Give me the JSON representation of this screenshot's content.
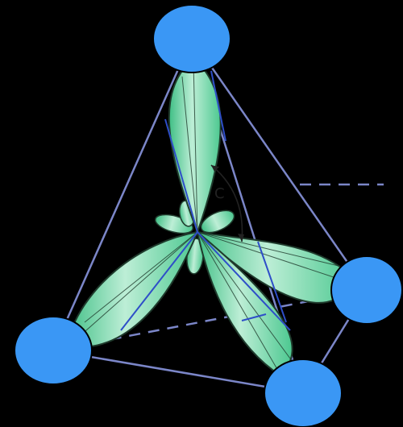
{
  "diagram": {
    "angle_label": "C",
    "colors": {
      "background": "#000000",
      "lobe_fill": "#5ed49c",
      "lobe_fill_light": "#bdeed6",
      "lobe_outline": "#1f3a2c",
      "edge_line": "#7b86c8",
      "axis_line": "#2e4ec8",
      "vertex_circle": "#3a97f5",
      "vertex_outline": "#000000"
    },
    "elements": {
      "vertices": [
        "top",
        "right",
        "left",
        "bottom"
      ],
      "lobes": [
        "top",
        "right",
        "left",
        "bottom"
      ]
    }
  }
}
